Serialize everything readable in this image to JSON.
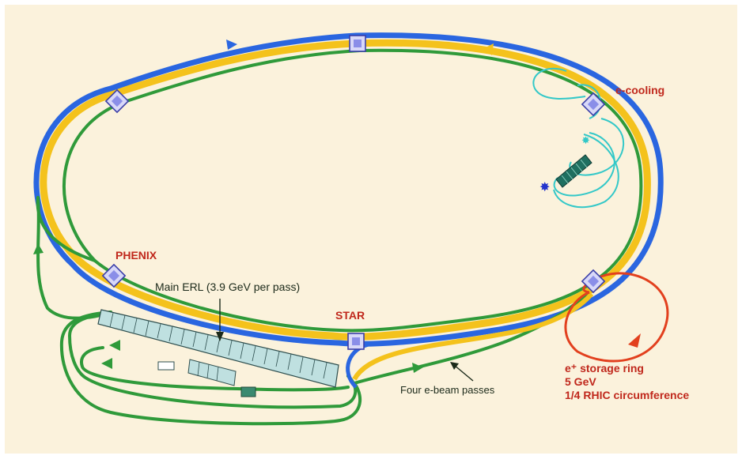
{
  "labels": {
    "e_cooling": "e-cooling",
    "phenix": "PHENIX",
    "star": "STAR",
    "main_erl": "Main ERL (3.9 GeV per pass)",
    "four_passes": "Four e-beam passes",
    "storage_line1": "e⁺ storage ring",
    "storage_line2": "5 GeV",
    "storage_line3": "1/4 RHIC circumference"
  },
  "colors": {
    "background": "#fbf2dc",
    "ring_blue": "#2a66e0",
    "ring_yellow": "#f4c21c",
    "ring_green": "#2f9a3a",
    "cooling_cyan": "#33c8c8",
    "storage_red": "#e2401e",
    "label_red": "#c0281c",
    "detector_box": "#8a8ee8"
  }
}
